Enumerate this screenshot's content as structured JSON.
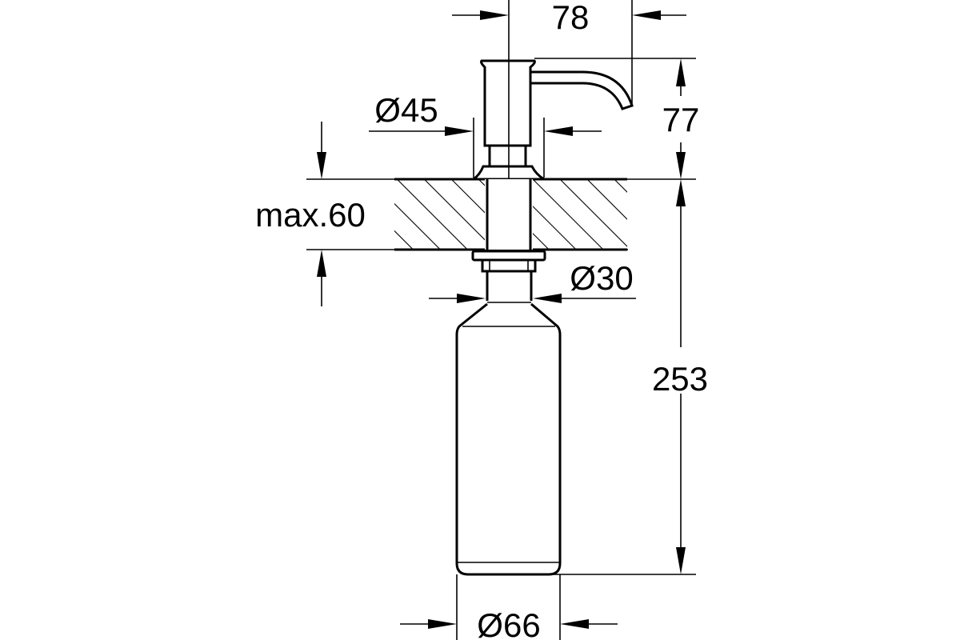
{
  "drawing": {
    "subject": "soap dispenser dimension drawing",
    "line_color": "#000000",
    "background": "#ffffff",
    "dimensions": {
      "spout_reach": "78",
      "head_height": "77",
      "head_diameter": "Ø45",
      "max_counter_thickness": "max.60",
      "shank_diameter": "Ø30",
      "bottle_height": "253",
      "bottle_diameter": "Ø66"
    }
  }
}
